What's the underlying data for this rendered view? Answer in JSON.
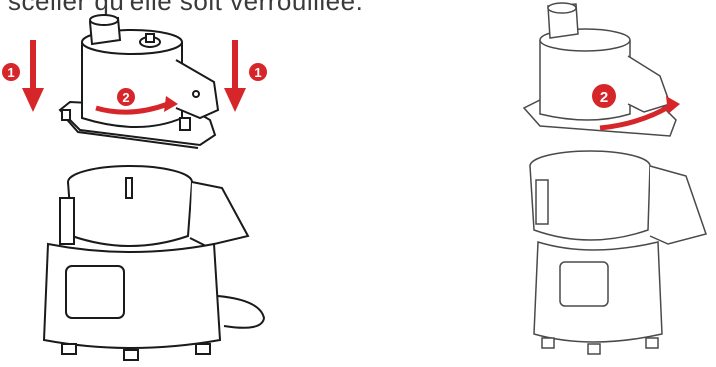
{
  "caption": {
    "text": "sceller qu'elle soit verrouillée."
  },
  "steps": {
    "step1_label": "1",
    "step2_label": "2"
  },
  "colors": {
    "accent": "#d6262a",
    "line": "#1a1a1a",
    "line_light": "#4a4a4a"
  }
}
